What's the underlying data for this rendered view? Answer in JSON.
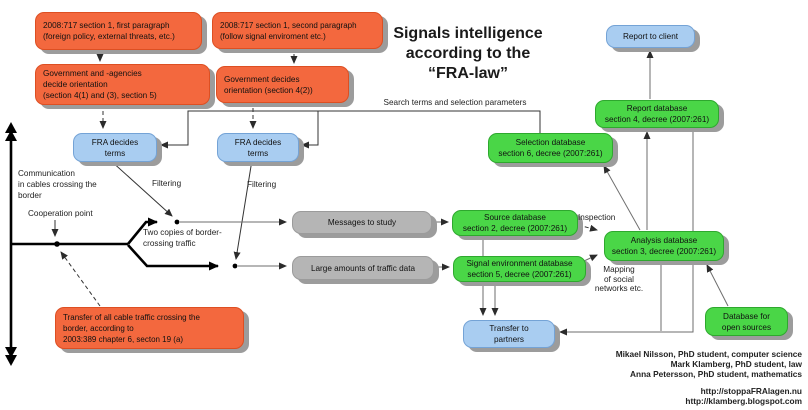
{
  "title": {
    "text": "Signals intelligence\naccording to the\n“FRA-law”"
  },
  "nodes": {
    "law_first": {
      "text": "2008:717 section 1, first paragraph\n(foreign policy, external threats, etc.)"
    },
    "law_second": {
      "text": "2008:717 section 1, second paragraph\n(follow signal enviroment etc.)"
    },
    "gov_agencies": {
      "text": "Government and -agencies\ndecide orientation\n(section 4(1) and (3), section 5)"
    },
    "gov_decides": {
      "text": "Government decides\norientation (section 4(2))"
    },
    "fra_terms_1": {
      "text": "FRA decides\nterms"
    },
    "fra_terms_2": {
      "text": "FRA decides\nterms"
    },
    "selection_db": {
      "text": "Selection database\nsection 6, decree (2007:261)"
    },
    "report_db": {
      "text": "Report database\nsection 4, decree (2007:261)"
    },
    "report_client": {
      "text": "Report to client"
    },
    "messages": {
      "text": "Messages to study"
    },
    "traffic": {
      "text": "Large amounts of traffic data"
    },
    "source_db": {
      "text": "Source database\nsection 2, decree (2007:261)"
    },
    "signal_db": {
      "text": "Signal environment database\nsection 5, decree (2007:261)"
    },
    "analysis_db": {
      "text": "Analysis database\nsection 3, decree (2007:261)"
    },
    "transfer_partners": {
      "text": "Transfer to\npartners"
    },
    "open_sources_db": {
      "text": "Database for\nopen sources"
    },
    "cable_transfer": {
      "text": "Transfer of all cable traffic crossing the\nborder, according to\n2003:389 chapter 6, secton 19 (a)"
    }
  },
  "labels": {
    "search_terms": "Search terms and selection parameters",
    "filtering_1": "Filtering",
    "filtering_2": "Filtering",
    "communication": "Communication\nin cables crossing the\nborder",
    "cooperation_point": "Cooperation point",
    "two_copies": "Two copies of border-\ncrossing traffic",
    "inspection": "Inspection",
    "mapping": "Mapping\nof social\nnetworks etc."
  },
  "credits": {
    "authors": "Mikael Nilsson, PhD student, computer science\nMark Klamberg, PhD student, law\nAnna Petersson, PhD student, mathematics",
    "urls": "http://stoppaFRAlagen.nu\nhttp://klamberg.blogspot.com"
  },
  "colors": {
    "orange": "#F3683E",
    "orange_border": "#DD4F22",
    "green": "#4AD647",
    "green_border": "#2EA82E",
    "blue": "#A9CDF1",
    "blue_border": "#74A3D6",
    "gray": "#B5B5B5",
    "gray_border": "#9B9B9B",
    "shadow": "#9C9C9C"
  }
}
